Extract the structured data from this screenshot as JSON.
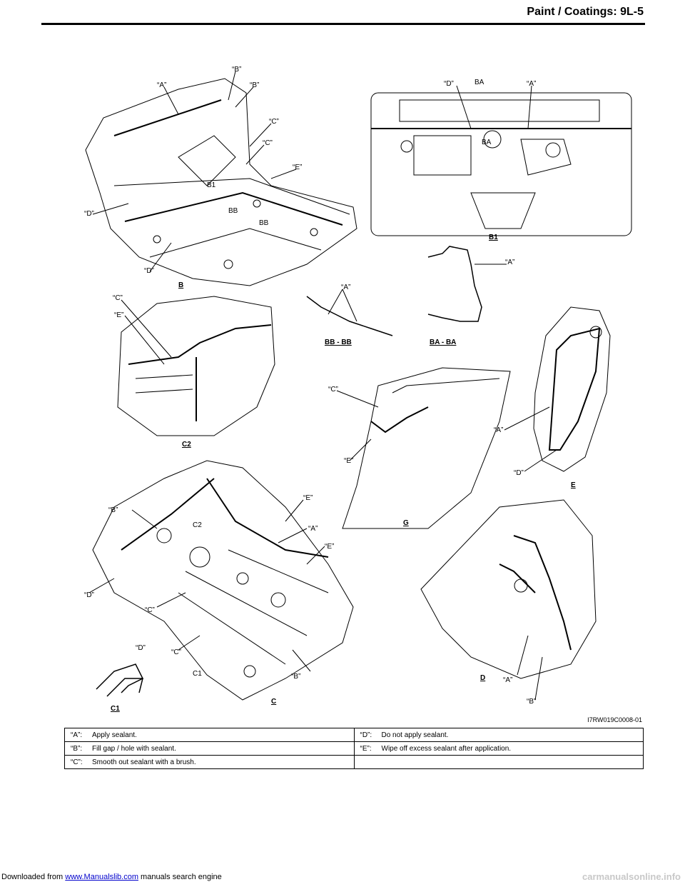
{
  "footer": {
    "prefix": "Downloaded from ",
    "link_text": "www.Manualslib.com",
    "suffix": " manuals search engine",
    "watermark": "carmanualsonline.info"
  },
  "header": {
    "title": "Paint / Coatings:    9L-5"
  },
  "figure": {
    "code": "I7RW019C0008-01",
    "callouts": {
      "a": "“A”",
      "b": "“B”",
      "c": "“C”",
      "d": "“D”",
      "e": "“E”",
      "b1": "B1",
      "bb": "BB",
      "ba": "BA",
      "c1": "C1",
      "c2": "C2"
    },
    "view_labels": {
      "b": "B",
      "b1": "B1",
      "c2": "C2",
      "bb_bb": "BB - BB",
      "ba_ba": "BA - BA",
      "g": "G",
      "e": "E",
      "c": "C",
      "c1": "C1",
      "d": "D"
    }
  },
  "legend": {
    "rows": [
      [
        {
          "key": "“A”:",
          "text": "Apply sealant."
        },
        {
          "key": "“D”:",
          "text": "Do not apply sealant."
        }
      ],
      [
        {
          "key": "“B”:",
          "text": "Fill gap / hole with sealant."
        },
        {
          "key": "“E”:",
          "text": "Wipe off excess sealant after application."
        }
      ],
      [
        {
          "key": "“C”:",
          "text": "Smooth out sealant with a brush."
        },
        {
          "key": "",
          "text": ""
        }
      ]
    ]
  }
}
